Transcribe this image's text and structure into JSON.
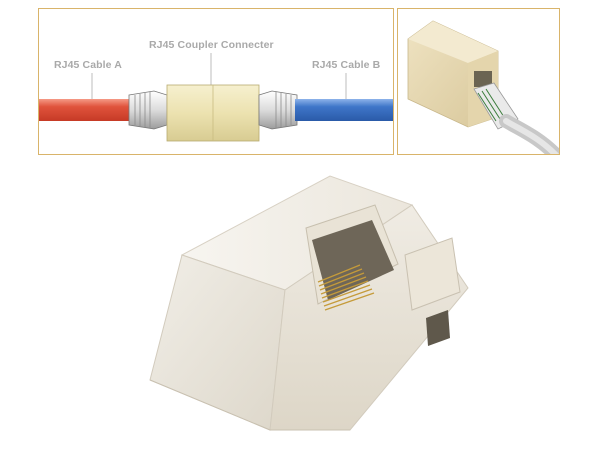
{
  "diagram": {
    "label_cable_a": "RJ45 Cable A",
    "label_coupler": "RJ45 Coupler Connecter",
    "label_cable_b": "RJ45 Cable B"
  },
  "colors": {
    "panel_border": "#d9b46a",
    "cable_a": "#e0533c",
    "cable_b": "#3f76c9",
    "coupler_body": "#efe6b8",
    "plastic_ivory": "#ece8dd",
    "label_gray": "#a9a9a9"
  },
  "icons": [
    "rj45-cable-a-icon",
    "rj45-coupler-icon",
    "rj45-cable-b-icon"
  ]
}
